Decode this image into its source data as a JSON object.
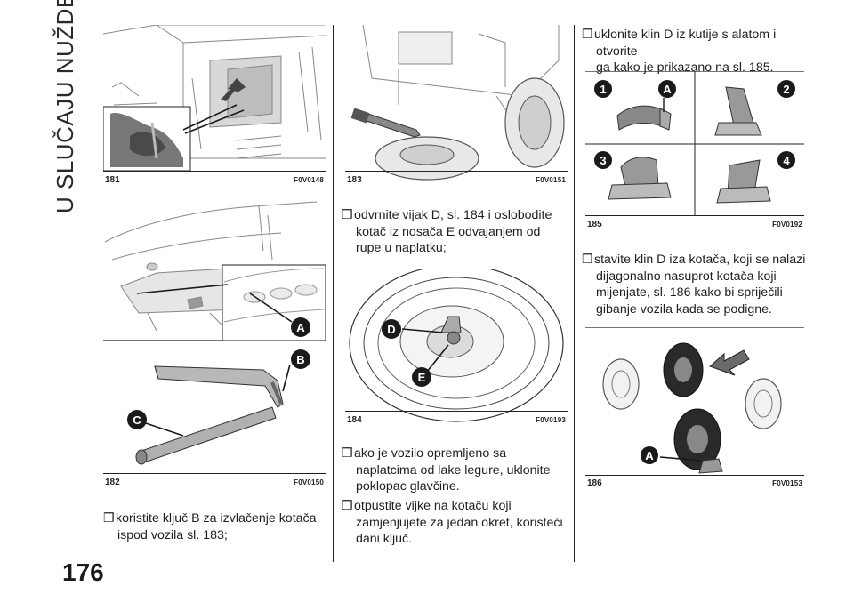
{
  "section_title": "U SLUČAJU NUŽDE",
  "page_number": "176",
  "figures": [
    {
      "num": "181",
      "code": "F0V0148"
    },
    {
      "num": "182",
      "code": "F0V0150"
    },
    {
      "num": "183",
      "code": "F0V0151"
    },
    {
      "num": "184",
      "code": "F0V0193"
    },
    {
      "num": "185",
      "code": "F0V0192"
    },
    {
      "num": "186",
      "code": "F0V0153"
    }
  ],
  "callouts": {
    "fig182_a": "A",
    "fig182_b": "B",
    "fig182_c": "C",
    "fig184_d": "D",
    "fig184_e": "E",
    "fig185_1": "1",
    "fig185_2": "2",
    "fig185_3": "3",
    "fig185_4": "4",
    "fig185_a": "A",
    "fig186_a": "A"
  },
  "bullet_symbol": "❒",
  "bullets": [
    {
      "line1": "koristite ključ B za izvlačenje kotača",
      "line2": "ispod vozila sl. 183;"
    },
    {
      "line1": "odvrnite vijak D, sl. 184 i oslobodite",
      "line2": "kotač iz nosača E odvajanjem od",
      "line3": "rupe u naplatku;"
    },
    {
      "line1": "ako je vozilo opremljeno sa",
      "line2": "naplatcima od lake legure, uklonite",
      "line3": "poklopac glavčine."
    },
    {
      "line1": "otpustite vijke na kotaču koji",
      "line2": "zamjenjujete za jedan okret, koristeći",
      "line3": "dani ključ."
    },
    {
      "line1": "uklonite klin D iz kutije s alatom i otvorite",
      "line2": "ga kako je prikazano na sl. 185."
    },
    {
      "line1": "stavite klin D iza kotača, koji se nalazi",
      "line2": "dijagonalno nasuprot kotača koji",
      "line3": "mijenjate, sl. 186 kako bi spriječili",
      "line4": "gibanje vozila kada se podigne."
    }
  ]
}
